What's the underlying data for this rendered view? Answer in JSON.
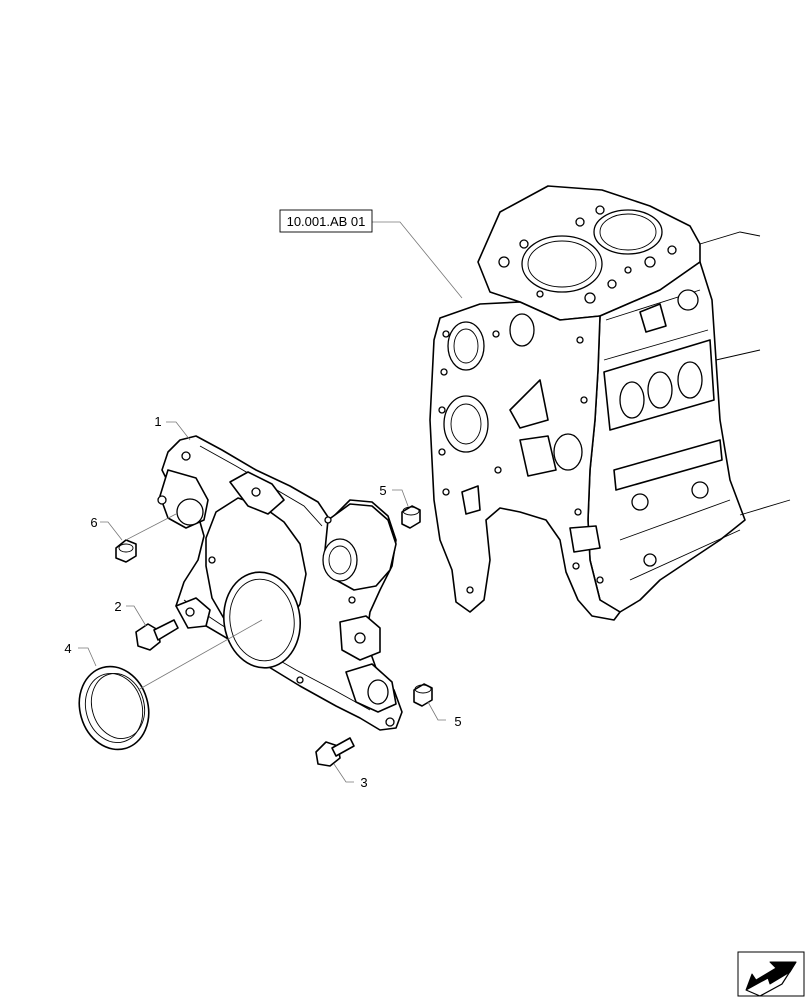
{
  "reference_label": "10.001.AB 01",
  "callouts": {
    "c1": "1",
    "c2": "2",
    "c3": "3",
    "c4": "4",
    "c5a": "5",
    "c5b": "5",
    "c6": "6"
  },
  "nav_icon": "arrow-icon"
}
